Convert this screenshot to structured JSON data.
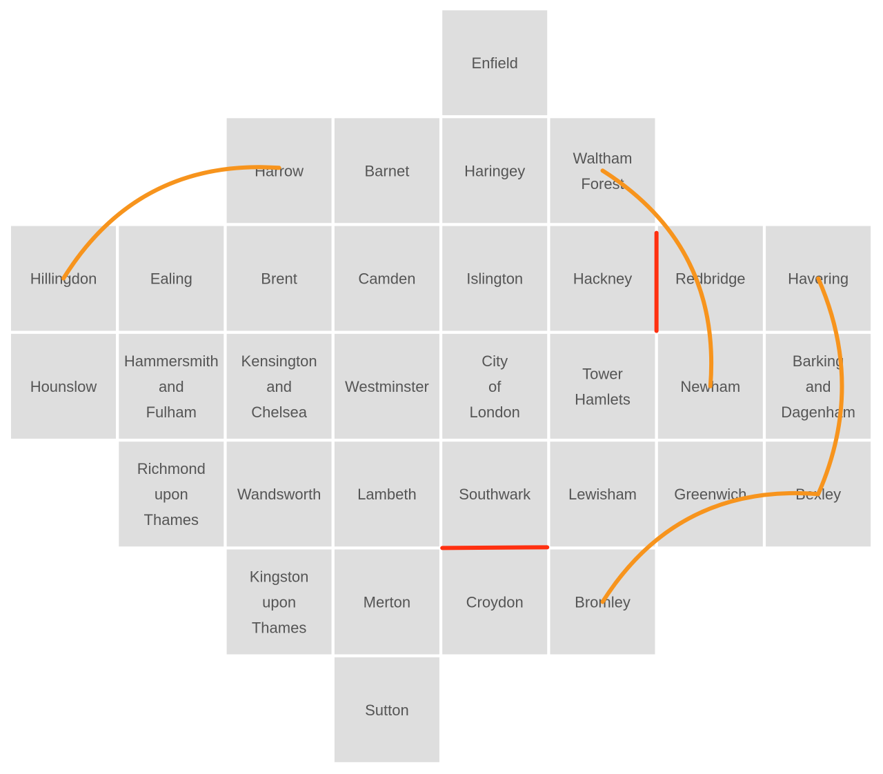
{
  "map": {
    "tiles": [
      {
        "name": "Enfield",
        "lines": [
          "Enfield"
        ],
        "col": 4,
        "row": 0
      },
      {
        "name": "Harrow",
        "lines": [
          "Harrow"
        ],
        "col": 2,
        "row": 1
      },
      {
        "name": "Barnet",
        "lines": [
          "Barnet"
        ],
        "col": 3,
        "row": 1
      },
      {
        "name": "Haringey",
        "lines": [
          "Haringey"
        ],
        "col": 4,
        "row": 1
      },
      {
        "name": "Waltham Forest",
        "lines": [
          "Waltham",
          "Forest"
        ],
        "col": 5,
        "row": 1
      },
      {
        "name": "Hillingdon",
        "lines": [
          "Hillingdon"
        ],
        "col": 0,
        "row": 2
      },
      {
        "name": "Ealing",
        "lines": [
          "Ealing"
        ],
        "col": 1,
        "row": 2
      },
      {
        "name": "Brent",
        "lines": [
          "Brent"
        ],
        "col": 2,
        "row": 2
      },
      {
        "name": "Camden",
        "lines": [
          "Camden"
        ],
        "col": 3,
        "row": 2
      },
      {
        "name": "Islington",
        "lines": [
          "Islington"
        ],
        "col": 4,
        "row": 2
      },
      {
        "name": "Hackney",
        "lines": [
          "Hackney"
        ],
        "col": 5,
        "row": 2
      },
      {
        "name": "Redbridge",
        "lines": [
          "Redbridge"
        ],
        "col": 6,
        "row": 2
      },
      {
        "name": "Havering",
        "lines": [
          "Havering"
        ],
        "col": 7,
        "row": 2
      },
      {
        "name": "Hounslow",
        "lines": [
          "Hounslow"
        ],
        "col": 0,
        "row": 3
      },
      {
        "name": "Hammersmith and Fulham",
        "lines": [
          "Hammersmith",
          "and",
          "Fulham"
        ],
        "col": 1,
        "row": 3
      },
      {
        "name": "Kensington and Chelsea",
        "lines": [
          "Kensington",
          "and",
          "Chelsea"
        ],
        "col": 2,
        "row": 3
      },
      {
        "name": "Westminster",
        "lines": [
          "Westminster"
        ],
        "col": 3,
        "row": 3
      },
      {
        "name": "City of London",
        "lines": [
          "City",
          "of",
          "London"
        ],
        "col": 4,
        "row": 3
      },
      {
        "name": "Tower Hamlets",
        "lines": [
          "Tower",
          "Hamlets"
        ],
        "col": 5,
        "row": 3
      },
      {
        "name": "Newham",
        "lines": [
          "Newham"
        ],
        "col": 6,
        "row": 3
      },
      {
        "name": "Barking and Dagenham",
        "lines": [
          "Barking",
          "and",
          "Dagenham"
        ],
        "col": 7,
        "row": 3
      },
      {
        "name": "Richmond upon Thames",
        "lines": [
          "Richmond",
          "upon",
          "Thames"
        ],
        "col": 1,
        "row": 4
      },
      {
        "name": "Wandsworth",
        "lines": [
          "Wandsworth"
        ],
        "col": 2,
        "row": 4
      },
      {
        "name": "Lambeth",
        "lines": [
          "Lambeth"
        ],
        "col": 3,
        "row": 4
      },
      {
        "name": "Southwark",
        "lines": [
          "Southwark"
        ],
        "col": 4,
        "row": 4
      },
      {
        "name": "Lewisham",
        "lines": [
          "Lewisham"
        ],
        "col": 5,
        "row": 4
      },
      {
        "name": "Greenwich",
        "lines": [
          "Greenwich"
        ],
        "col": 6,
        "row": 4
      },
      {
        "name": "Bexley",
        "lines": [
          "Bexley"
        ],
        "col": 7,
        "row": 4
      },
      {
        "name": "Kingston upon Thames",
        "lines": [
          "Kingston",
          "upon",
          "Thames"
        ],
        "col": 2,
        "row": 5
      },
      {
        "name": "Merton",
        "lines": [
          "Merton"
        ],
        "col": 3,
        "row": 5
      },
      {
        "name": "Croydon",
        "lines": [
          "Croydon"
        ],
        "col": 4,
        "row": 5
      },
      {
        "name": "Bromley",
        "lines": [
          "Bromley"
        ],
        "col": 5,
        "row": 5
      },
      {
        "name": "Sutton",
        "lines": [
          "Sutton"
        ],
        "col": 3,
        "row": 6
      }
    ],
    "flows": [
      {
        "from": "Hillingdon",
        "to": "Harrow"
      },
      {
        "from": "Waltham Forest",
        "to": "Newham"
      },
      {
        "from": "Havering",
        "to": "Bexley"
      },
      {
        "from": "Bromley",
        "to": "Bexley"
      }
    ],
    "highlighted_borders": [
      {
        "between": [
          "Hackney",
          "Redbridge"
        ]
      },
      {
        "between": [
          "Southwark",
          "Croydon"
        ]
      }
    ],
    "colors": {
      "tile": "#dedede",
      "label": "#555555",
      "flow": "#f7941d",
      "border": "#ff3010"
    }
  }
}
